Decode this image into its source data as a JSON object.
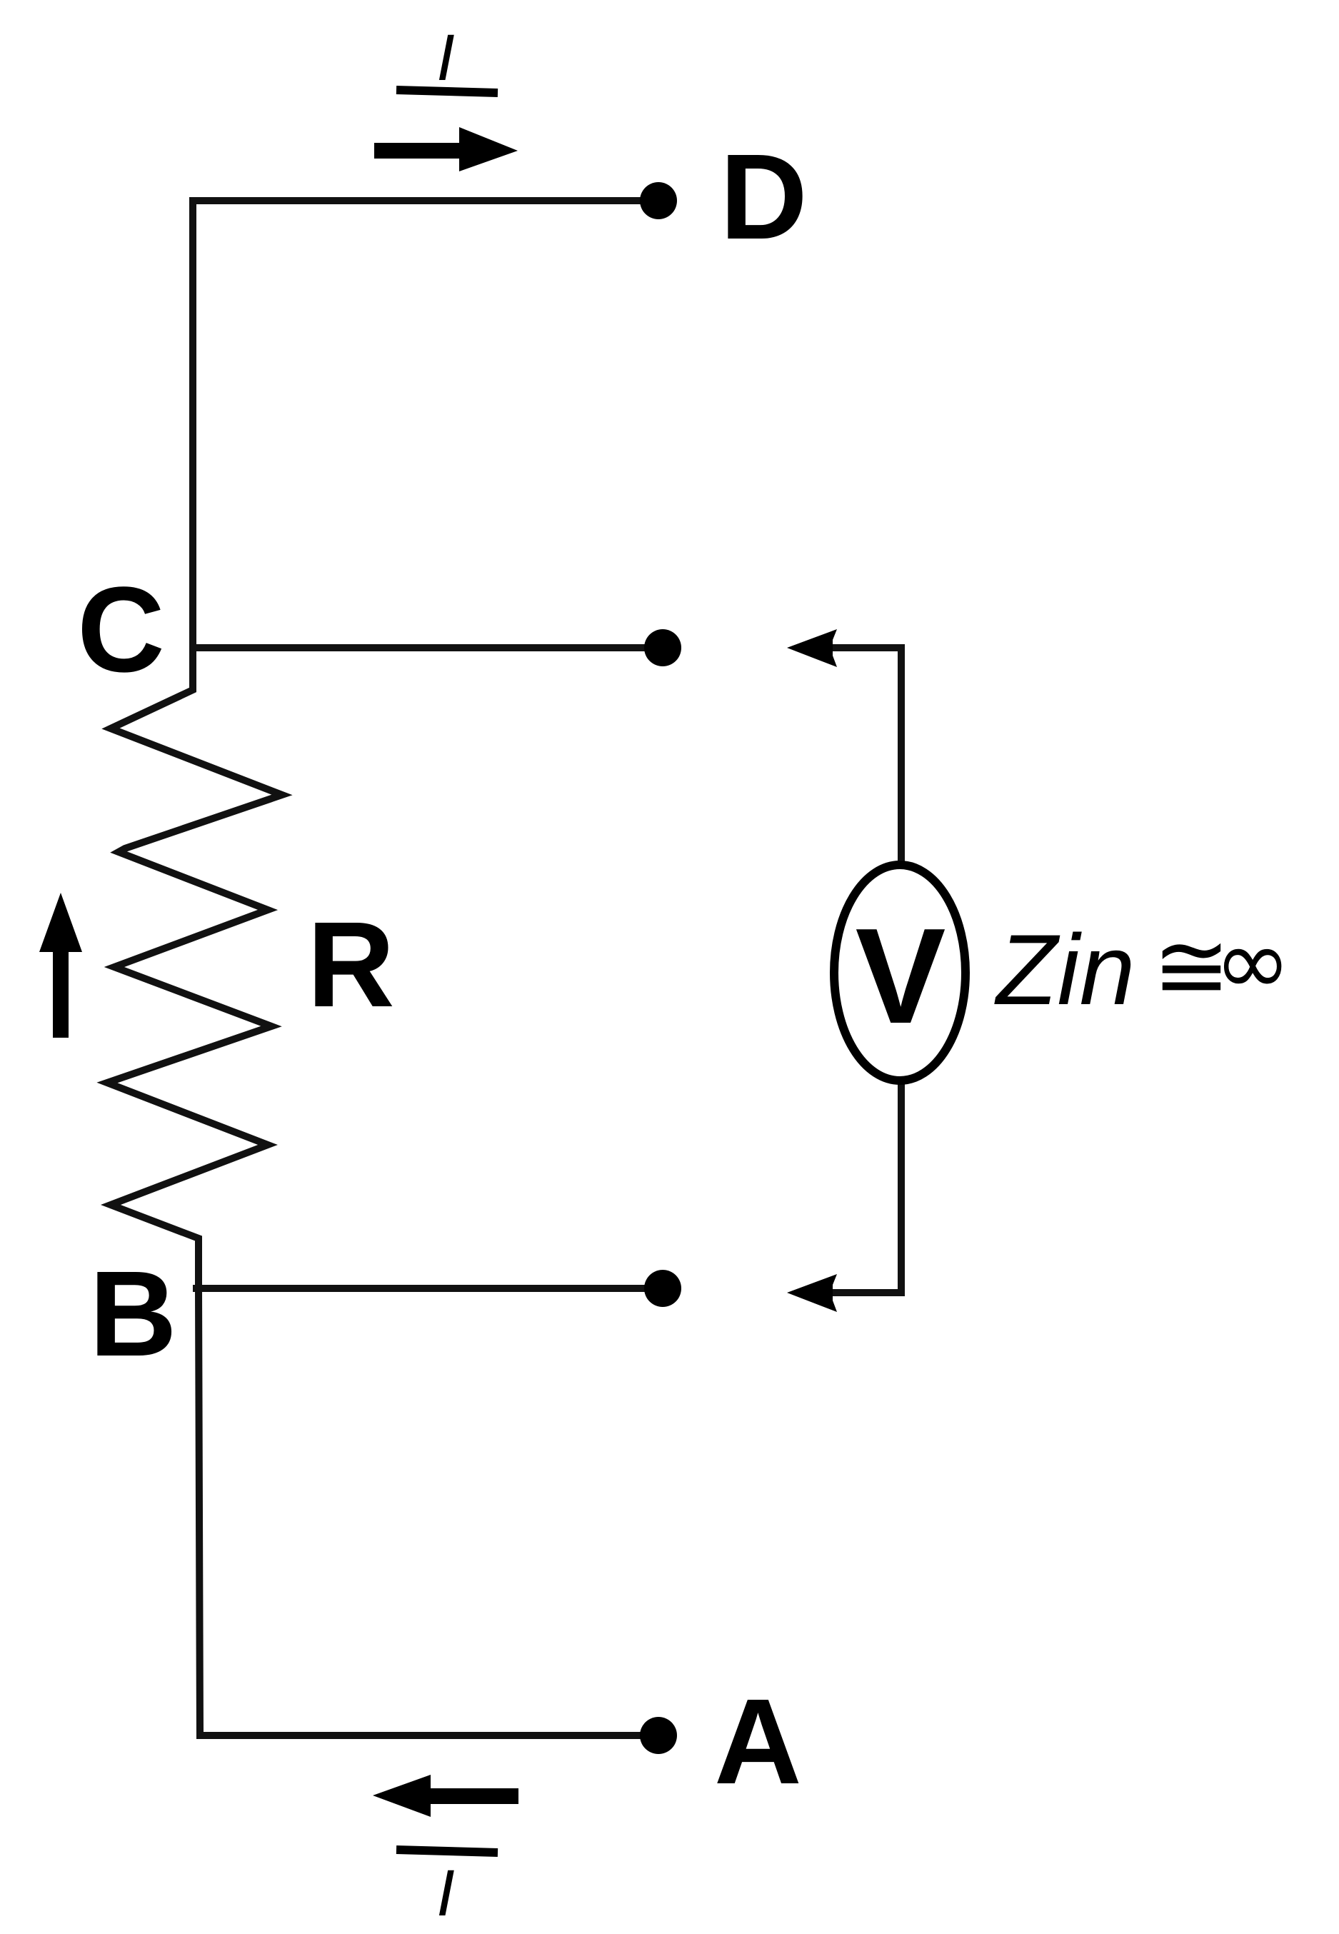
{
  "labels": {
    "node_d": "D",
    "node_c": "C",
    "node_b": "B",
    "node_a": "A",
    "resistor": "R",
    "current_top": "I",
    "current_bottom": "I",
    "voltmeter": "V",
    "impedance": "Zin",
    "approx_equal": "≅",
    "infinity": "∞"
  },
  "colors": {
    "ink": "#000000",
    "background": "#ffffff"
  }
}
